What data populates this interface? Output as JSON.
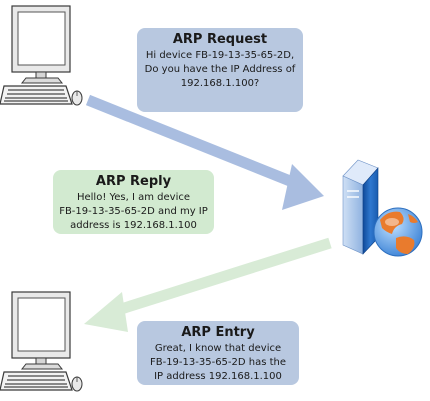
{
  "colors": {
    "request_box": "#b8c8e0",
    "reply_box": "#d2ead0",
    "entry_box": "#b8c8e0",
    "request_arrow": "#a9bde0",
    "reply_arrow": "#d8ebd6",
    "computer_body": "#e8e8e8",
    "computer_outline": "#3a3a3a",
    "server_blue": "#1f5fb3",
    "globe_orange": "#e97b2d",
    "globe_blue": "#5aa0e6"
  },
  "icons": {
    "computer_top": "desktop-computer-icon",
    "computer_bottom": "desktop-computer-icon",
    "server": "server-globe-icon"
  },
  "request": {
    "title": "ARP Request",
    "lines": [
      "Hi device FB-19-13-35-65-2D,",
      "Do you have the IP Address of",
      "192.168.1.100?"
    ]
  },
  "reply": {
    "title": "ARP Reply",
    "lines": [
      "Hello! Yes, I am device",
      "FB-19-13-35-65-2D and my IP",
      "address is 192.168.1.100"
    ]
  },
  "entry": {
    "title": "ARP Entry",
    "lines": [
      "Great, I know that device",
      "FB-19-13-35-65-2D has the",
      "IP address 192.168.1.100"
    ]
  }
}
